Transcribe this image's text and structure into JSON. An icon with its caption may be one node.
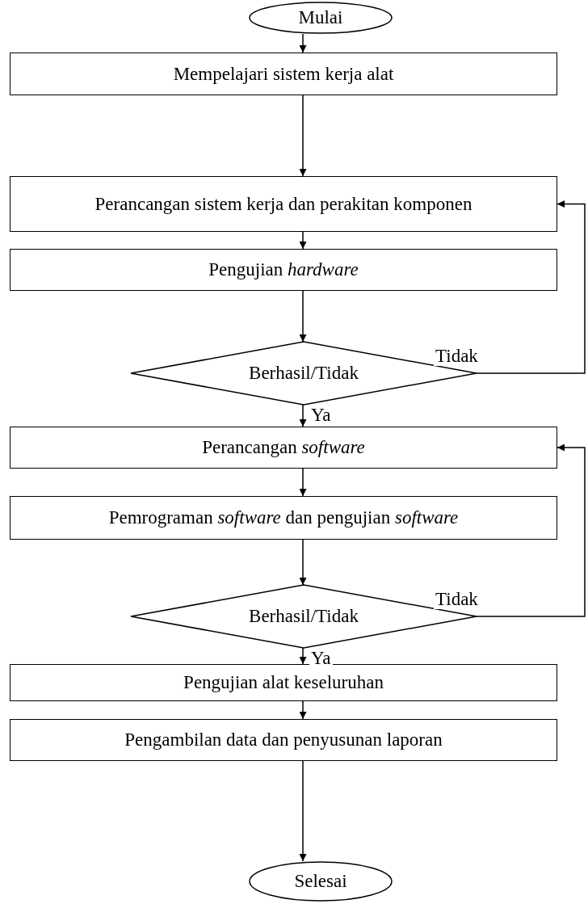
{
  "diagram": {
    "nodes": [
      {
        "text": [
          "Mulai"
        ]
      },
      {
        "text": [
          "Mempelajari sistem kerja alat"
        ]
      },
      {
        "text": [
          "Perancangan sistem kerja dan perakitan komponen"
        ]
      },
      {
        "text": [
          "Pengujian *hardware*"
        ]
      },
      {
        "text": [
          "Berhasil/Tidak"
        ]
      },
      {
        "text": [
          "Perancangan *software*"
        ]
      },
      {
        "text": [
          "Pemrograman *software* dan pengujian *software*"
        ]
      },
      {
        "text": [
          "Berhasil/Tidak"
        ]
      },
      {
        "text": [
          "Pengujian alat keseluruhan"
        ]
      },
      {
        "text": [
          "Pengambilan data dan penyusunan laporan"
        ]
      },
      {
        "text": [
          "Selesai"
        ]
      }
    ],
    "edges": [
      {
        "from": 0,
        "to": 1,
        "arrow": "to"
      },
      {
        "from": 1,
        "to": 2,
        "arrow": "to"
      },
      {
        "from": 2,
        "to": 3,
        "arrow": "to"
      },
      {
        "from": 3,
        "to": 4,
        "arrow": "to"
      },
      {
        "from": 4,
        "to": 5,
        "arrow": "to",
        "label": "Ya"
      },
      {
        "from": 4,
        "to": 2,
        "arrow": "to",
        "label": "Tidak"
      },
      {
        "from": 5,
        "to": 6,
        "arrow": "to"
      },
      {
        "from": 6,
        "to": 7,
        "arrow": "to"
      },
      {
        "from": 7,
        "to": 8,
        "arrow": "to",
        "label": "Ya"
      },
      {
        "from": 7,
        "to": 5,
        "arrow": "to",
        "label": "Tidak"
      },
      {
        "from": 8,
        "to": 9,
        "arrow": "to"
      },
      {
        "from": 9,
        "to": 10,
        "arrow": "to"
      }
    ]
  }
}
